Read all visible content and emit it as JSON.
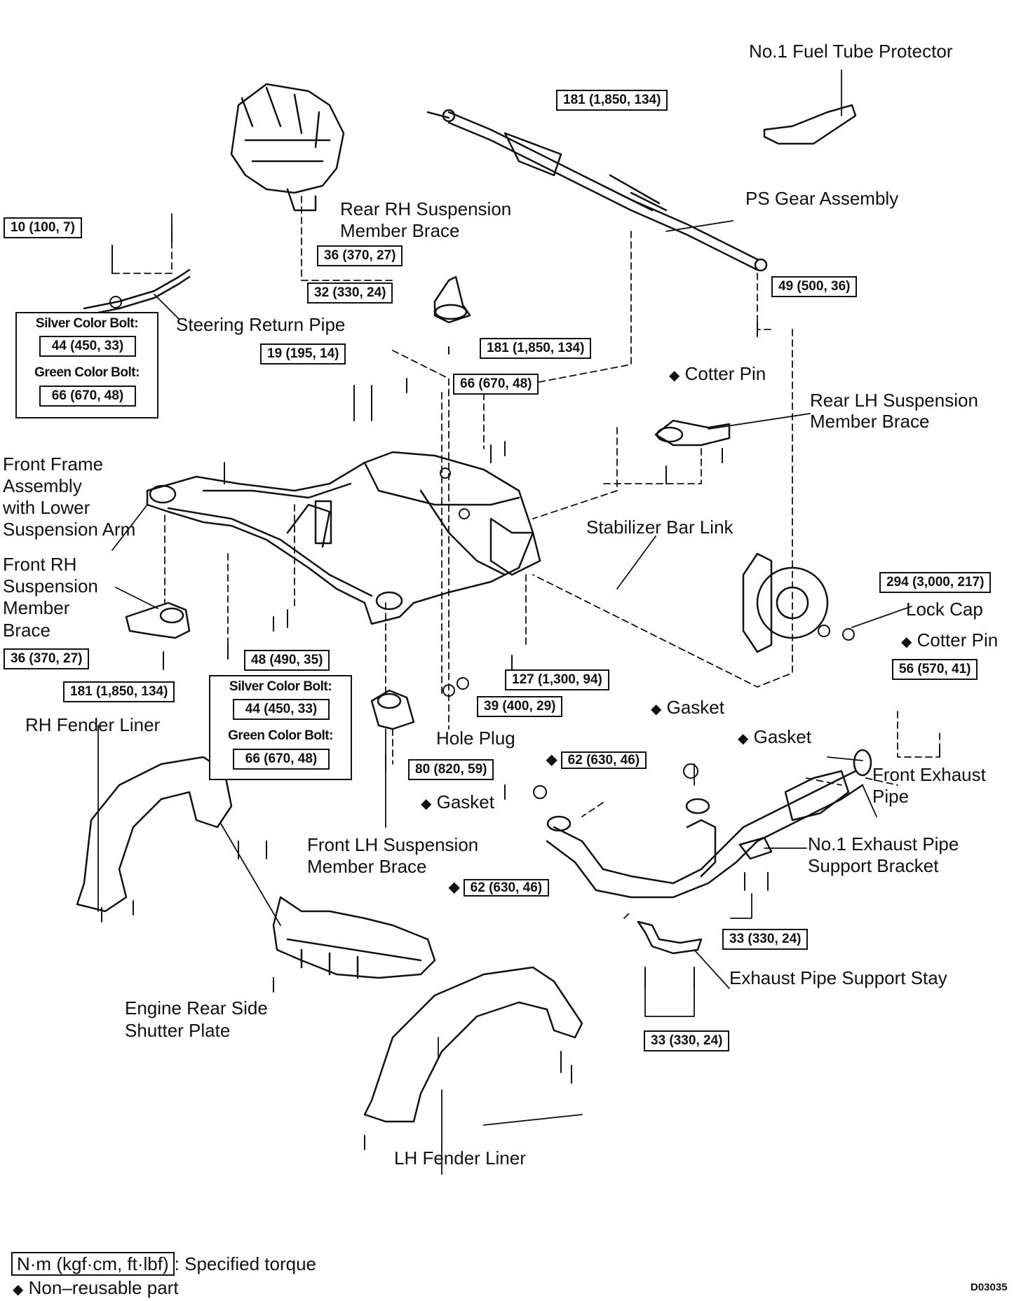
{
  "labels": {
    "fuel_tube_protector": "No.1 Fuel Tube Protector",
    "ps_gear_assembly": "PS Gear Assembly",
    "rear_rh_brace": [
      "Rear RH Suspension",
      "Member Brace"
    ],
    "steering_return_pipe": "Steering Return Pipe",
    "cotter_pin_upper": "Cotter Pin",
    "rear_lh_brace": [
      "Rear LH Suspension",
      "Member Brace"
    ],
    "front_frame": [
      "Front Frame",
      "Assembly",
      "with Lower",
      "Suspension Arm"
    ],
    "front_rh_brace": [
      "Front RH",
      "Suspension",
      "Member",
      "Brace"
    ],
    "stabilizer_bar_link": "Stabilizer Bar Link",
    "lock_cap": "Lock Cap",
    "cotter_pin_lower": "Cotter Pin",
    "gasket_1": "Gasket",
    "gasket_2": "Gasket",
    "gasket_3": "Gasket",
    "rh_fender_liner": "RH Fender Liner",
    "hole_plug": "Hole Plug",
    "front_exhaust_pipe": [
      "Front Exhaust",
      "Pipe"
    ],
    "front_lh_brace": [
      "Front LH Suspension",
      "Member Brace"
    ],
    "exhaust_bracket": [
      "No.1 Exhaust Pipe",
      "Support Bracket"
    ],
    "exhaust_stay": "Exhaust Pipe Support Stay",
    "engine_shutter": [
      "Engine Rear Side",
      "Shutter Plate"
    ],
    "lh_fender_liner": "LH Fender Liner"
  },
  "torques": {
    "t181_top": "181 (1,850, 134)",
    "t10": "10 (100, 7)",
    "t36_upper": "36 (370, 27)",
    "t32": "32 (330, 24)",
    "t181_mid": "181 (1,850, 134)",
    "t49": "49 (500, 36)",
    "t19": "19 (195, 14)",
    "t66": "66 (670, 48)",
    "t294": "294 (3,000, 217)",
    "t36_lower": "36 (370, 27)",
    "t48": "48 (490, 35)",
    "t181_low": "181 (1,850, 134)",
    "t127": "127 (1,300, 94)",
    "t56": "56 (570, 41)",
    "t39": "39 (400, 29)",
    "t62_upper": "62 (630, 46)",
    "t80": "80 (820, 59)",
    "t62_lower": "62 (630, 46)",
    "t33_upper": "33 (330, 24)",
    "t33_lower": "33 (330, 24)"
  },
  "color_bolt_left": {
    "silver": "Silver Color Bolt:",
    "silver_val": "44 (450, 33)",
    "green": "Green Color Bolt:",
    "green_val": "66 (670, 48)"
  },
  "color_bolt_center": {
    "silver": "Silver Color Bolt:",
    "silver_val": "44 (450, 33)",
    "green": "Green Color Bolt:",
    "green_val": "66 (670, 48)"
  },
  "legend": {
    "unit": "N·m (kgf·cm, ft·lbf)",
    "torque_text": ": Specified torque",
    "nonreusable": "Non–reusable part",
    "diamond": "◆"
  },
  "code": "D03035"
}
